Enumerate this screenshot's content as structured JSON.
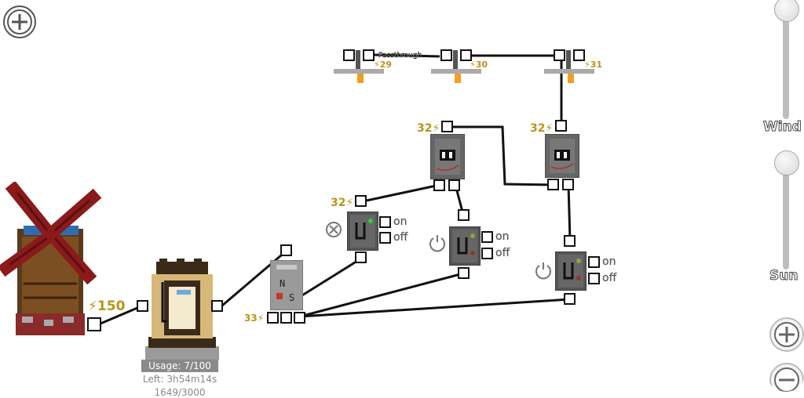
{
  "generator": {
    "power": "⚡150"
  },
  "battery": {
    "usage": "Usage: 7/100",
    "left": "Left: 3h54m14s",
    "charge": "1649/3000"
  },
  "hub": {
    "label": "33⚡"
  },
  "poles": [
    {
      "label": "⚡29",
      "tag": "Passthrough"
    },
    {
      "label": "⚡30"
    },
    {
      "label": "⚡31"
    }
  ],
  "transmitters": [
    {
      "label": "32⚡"
    },
    {
      "label": "32⚡"
    }
  ],
  "switches": [
    {
      "label": "32⚡",
      "on": "on",
      "off": "off"
    },
    {
      "on": "on",
      "off": "off"
    },
    {
      "on": "on",
      "off": "off"
    }
  ],
  "sliders": {
    "wind": "Wind",
    "sun": "Sun"
  },
  "colors": {
    "energy": "#b8941a",
    "wire": "#111111"
  }
}
